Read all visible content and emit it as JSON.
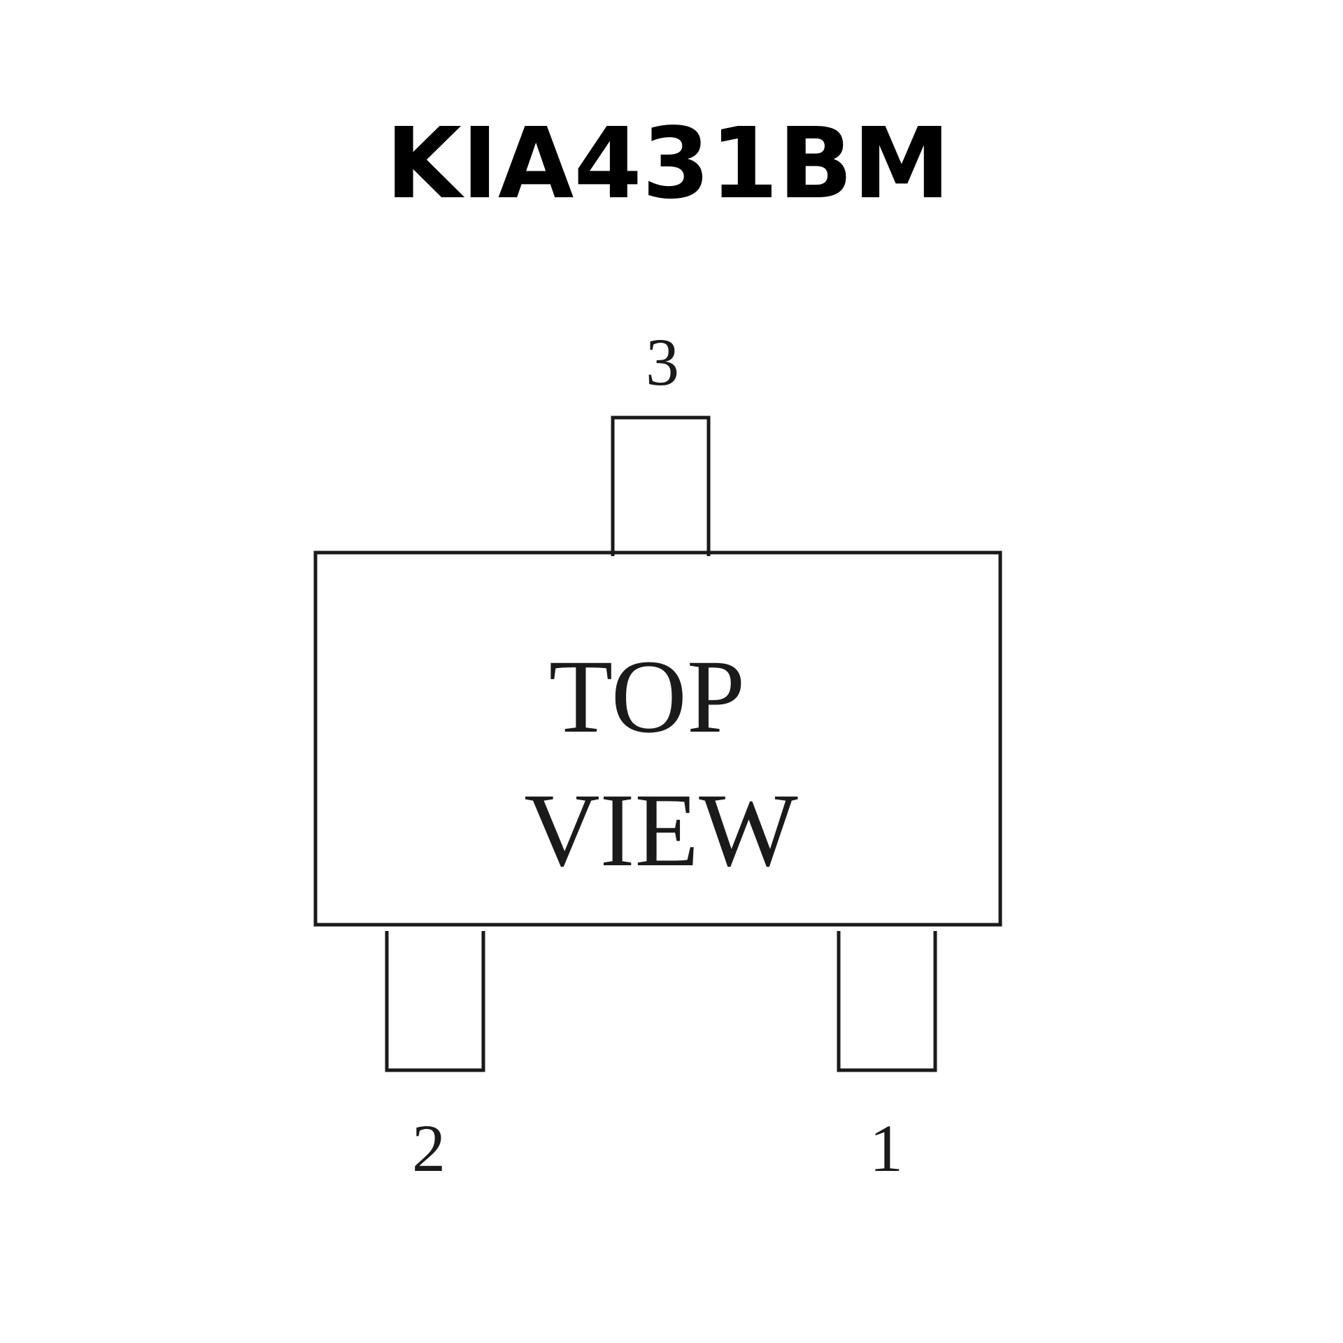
{
  "title": "KIA431BM",
  "package": {
    "label_line1": "TOP",
    "label_line2": "VIEW",
    "pins": [
      {
        "number": "1"
      },
      {
        "number": "2"
      },
      {
        "number": "3"
      }
    ]
  }
}
